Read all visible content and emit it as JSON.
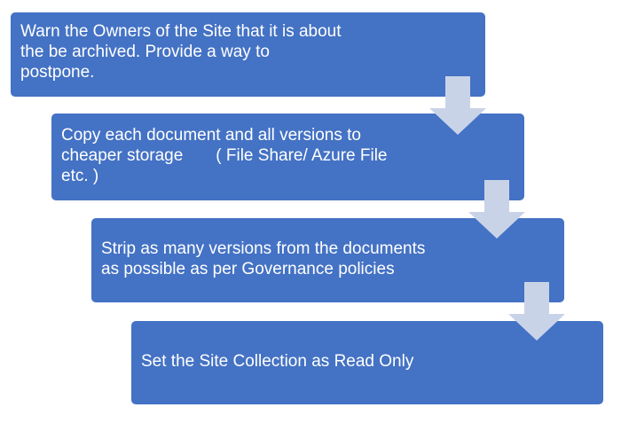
{
  "diagram": {
    "steps": [
      {
        "lines": [
          "Warn the Owners of the Site that it is about",
          "the be archived. Provide a way to",
          "postpone."
        ]
      },
      {
        "lines": [
          "Copy each document and all versions to",
          "cheaper storage       ( File Share/ Azure File",
          "etc. )"
        ]
      },
      {
        "lines": [
          "Strip as many versions from the documents",
          "as possible as per Governance policies"
        ]
      },
      {
        "lines": [
          "Set the Site Collection as Read Only"
        ]
      }
    ],
    "colors": {
      "box_fill": "#4472c4",
      "box_text": "#ffffff",
      "arrow_fill": "#c9d3e8"
    }
  }
}
